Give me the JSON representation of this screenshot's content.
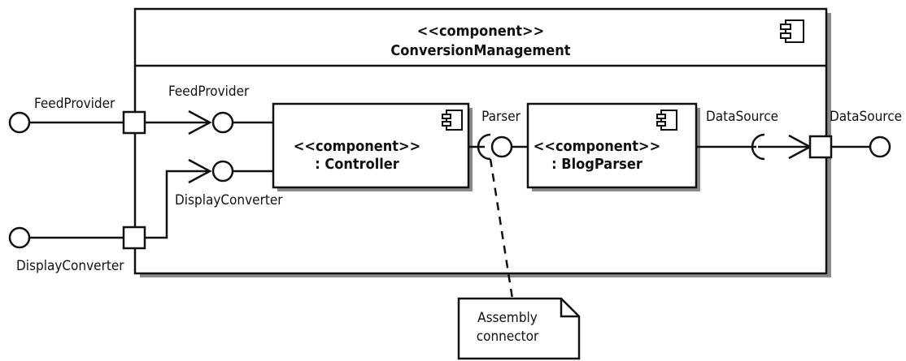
{
  "outer_component": {
    "stereotype": "<<component>>",
    "name": "ConversionManagement"
  },
  "controller_component": {
    "stereotype": "<<component>>",
    "name": ": Controller"
  },
  "blogparser_component": {
    "stereotype": "<<component>>",
    "name": ": BlogParser"
  },
  "ports": {
    "feed_provider_external_label": "FeedProvider",
    "display_converter_external_label": "DisplayConverter",
    "data_source_external_label": "DataSource"
  },
  "interfaces": {
    "feed_provider_label": "FeedProvider",
    "display_converter_label": "DisplayConverter",
    "parser_label": "Parser",
    "data_source_label": "DataSource"
  },
  "note": {
    "line1": "Assembly",
    "line2": "connector"
  },
  "colors": {
    "line": "#111111",
    "shadow": "#8a8a8a",
    "background": "#ffffff"
  }
}
